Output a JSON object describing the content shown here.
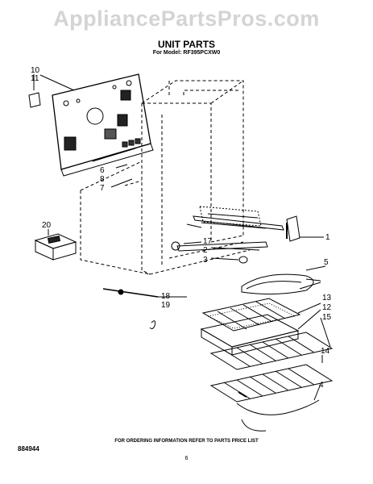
{
  "watermark": "AppliancePartsPros.com",
  "title": "UNIT PARTS",
  "subtitle": "For Model: RF395PCXW0",
  "diagram_code": "884944",
  "footer": "FOR ORDERING INFORMATION REFER TO PARTS PRICE LIST",
  "page_number": "6",
  "bottom_small_left": "",
  "bottom_small_right": "",
  "callouts": {
    "c1": "1",
    "c2": "2",
    "c3": "3",
    "c4": "4",
    "c5": "5",
    "c6": "6",
    "c7": "7",
    "c8": "8",
    "c10": "10",
    "c11": "11",
    "c12": "12",
    "c13": "13",
    "c14": "14",
    "c15": "15",
    "c17": "17",
    "c18": "18",
    "c19": "19",
    "c20": "20"
  }
}
